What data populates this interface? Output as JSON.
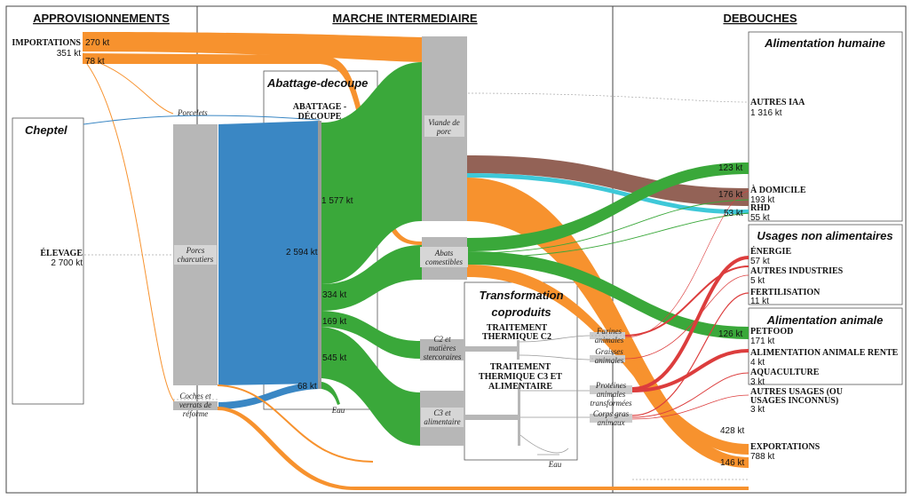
{
  "sections": {
    "supply": "APPROVISIONNEMENTS",
    "intermediate": "MARCHE INTERMEDIAIRE",
    "outlets": "DEBOUCHES"
  },
  "boxes": {
    "cheptel": "Cheptel",
    "abattage": "Abattage-decoupe",
    "transfo_line1": "Transformation",
    "transfo_line2": "coproduits",
    "alim_humaine": "Alimentation humaine",
    "usages_non_alim": "Usages non alimentaires",
    "alim_animale": "Alimentation animale"
  },
  "sources": {
    "importations": {
      "label": "IMPORTATIONS",
      "value": "351 kt"
    },
    "elevage": {
      "label": "ÉLEVAGE",
      "value": "2 700 kt"
    }
  },
  "nodes": {
    "porcelets": "Porcelets",
    "porcs_l1": "Porcs",
    "porcs_l2": "charcutiers",
    "coches_l1": "Coches et",
    "coches_l2": "verrats de",
    "coches_l3": "réforme",
    "abattage_l1": "ABATTAGE -",
    "abattage_l2": "DÉCOUPE",
    "viande_l1": "Viande de",
    "viande_l2": "porc",
    "abats_l1": "Abats",
    "abats_l2": "comestibles",
    "c2_l1": "C2 et",
    "c2_l2": "matières",
    "c2_l3": "stercoraires",
    "c3_l1": "C3 et",
    "c3_l2": "alimentaire",
    "tt_c2_l1": "TRAITEMENT",
    "tt_c2_l2": "THERMIQUE C2",
    "tt_c3_l1": "TRAITEMENT",
    "tt_c3_l2": "THERMIQUE C3 ET",
    "tt_c3_l3": "ALIMENTAIRE",
    "farines_l1": "Farines",
    "farines_l2": "animales",
    "graisses_l1": "Graisses",
    "graisses_l2": "animales",
    "proteines_l1": "Protéines",
    "proteines_l2": "animales",
    "proteines_l3": "transformées",
    "corps_l1": "Corps gras",
    "corps_l2": "animaux",
    "eau": "Eau",
    "eau2": "Eau"
  },
  "flow_values": {
    "import_270": "270 kt",
    "import_78": "78 kt",
    "abattage_in": "2 594 kt",
    "to_viande": "1 577 kt",
    "to_abats": "334 kt",
    "to_c2": "169 kt",
    "to_c3": "545 kt",
    "to_eau": "68 kt",
    "to_domicile_123": "123 kt",
    "to_domicile_176": "176 kt",
    "to_rhd_53": "53 kt",
    "to_petfood_126": "126 kt",
    "to_export_428": "428 kt",
    "to_export_146": "146 kt"
  },
  "outlets": {
    "autres_iaa": {
      "label": "AUTRES IAA",
      "value": "1 316 kt"
    },
    "domicile": {
      "label": "À DOMICILE",
      "value": "193 kt"
    },
    "rhd": {
      "label": "RHD",
      "value": "55 kt"
    },
    "energie": {
      "label": "ÉNERGIE",
      "value": "57 kt"
    },
    "autres_industries": {
      "label": "AUTRES INDUSTRIES",
      "value": "5 kt"
    },
    "fertilisation": {
      "label": "FERTILISATION",
      "value": "11 kt"
    },
    "petfood": {
      "label": "PETFOOD",
      "value": "171 kt"
    },
    "alim_rente": {
      "label": "ALIMENTATION ANIMALE RENTE",
      "value": "4 kt"
    },
    "aquaculture": {
      "label": "AQUACULTURE",
      "value": "3 kt"
    },
    "autres_usages_l1": "AUTRES USAGES (OU",
    "autres_usages_l2": "USAGES INCONNUS)",
    "autres_usages_value": "3 kt",
    "exportations": {
      "label": "EXPORTATIONS",
      "value": "788 kt"
    }
  },
  "colors": {
    "import_orange": "#f7922e",
    "elevage_blue": "#3a87c4",
    "meat_green": "#3aa83a",
    "node_grey": "#b7b7b7",
    "brown": "#936256",
    "cyan": "#3ec8d8",
    "red": "#dc3d3d"
  }
}
